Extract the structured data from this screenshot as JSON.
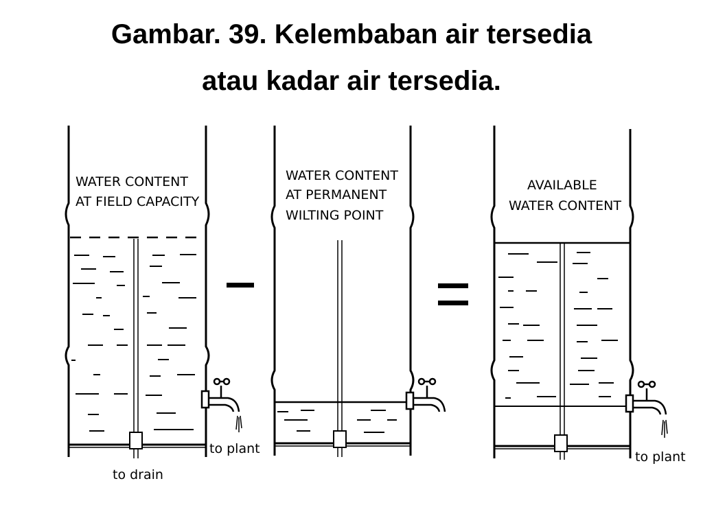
{
  "header": {
    "title_line1": "Gambar. 39. Kelembaban air tersedia",
    "title_line2": "atau kadar air tersedia."
  },
  "panels": [
    {
      "id": "field-capacity",
      "label_lines": [
        "WATER CONTENT",
        "AT FIELD CAPACITY"
      ],
      "outlet_label": "to plant",
      "drain_label": "to drain",
      "water_level": "full"
    },
    {
      "id": "wilting-point",
      "label_lines": [
        "WATER CONTENT",
        "AT PERMANENT",
        "WILTING POINT"
      ],
      "water_level": "low"
    },
    {
      "id": "available",
      "label_lines": [
        "AVAILABLE",
        "WATER CONTENT"
      ],
      "outlet_label": "to plant",
      "water_level": "middle band"
    }
  ],
  "operators": {
    "minus": "−",
    "equals": "="
  },
  "colors": {
    "ink": "#000000",
    "background": "#ffffff"
  }
}
